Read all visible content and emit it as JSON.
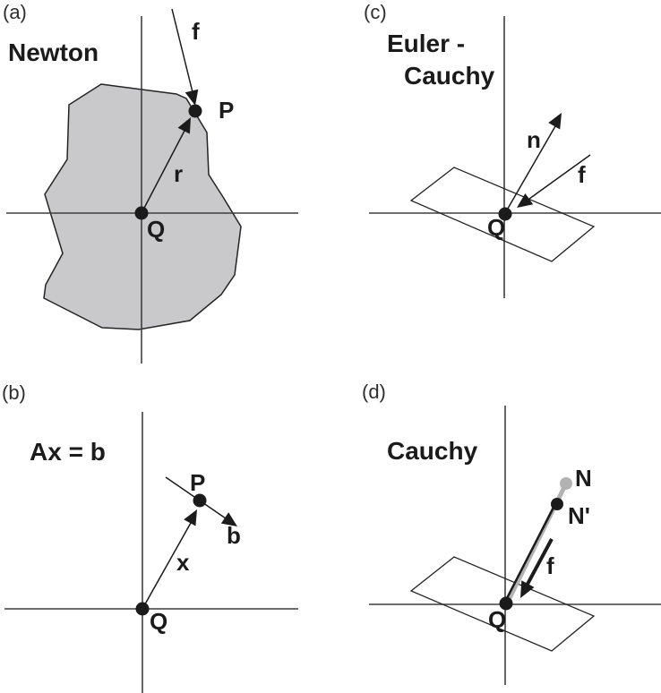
{
  "figure": {
    "type": "four-panel physics diagram comparing force concepts",
    "panels": {
      "a": {
        "marker": "(a)",
        "title": "Newton",
        "labels": {
          "f": "f",
          "P": "P",
          "r": "r",
          "Q": "Q"
        }
      },
      "b": {
        "marker": "(b)",
        "title": "Ax = b",
        "labels": {
          "P": "P",
          "b": "b",
          "x": "x",
          "Q": "Q"
        }
      },
      "c": {
        "marker": "(c)",
        "title_line1": "Euler -",
        "title_line2": "Cauchy",
        "labels": {
          "n": "n",
          "f": "f",
          "Q": "Q"
        }
      },
      "d": {
        "marker": "(d)",
        "title": "Cauchy",
        "labels": {
          "N": "N",
          "N_prime": "N'",
          "f": "f",
          "Q": "Q"
        }
      }
    },
    "colors": {
      "ink": "#1b1b1b",
      "axis": "#3f3f3f",
      "blob_fill": "#c9c9cb",
      "gray_rod": "#b2b2b2",
      "background": "#ffffff"
    }
  }
}
